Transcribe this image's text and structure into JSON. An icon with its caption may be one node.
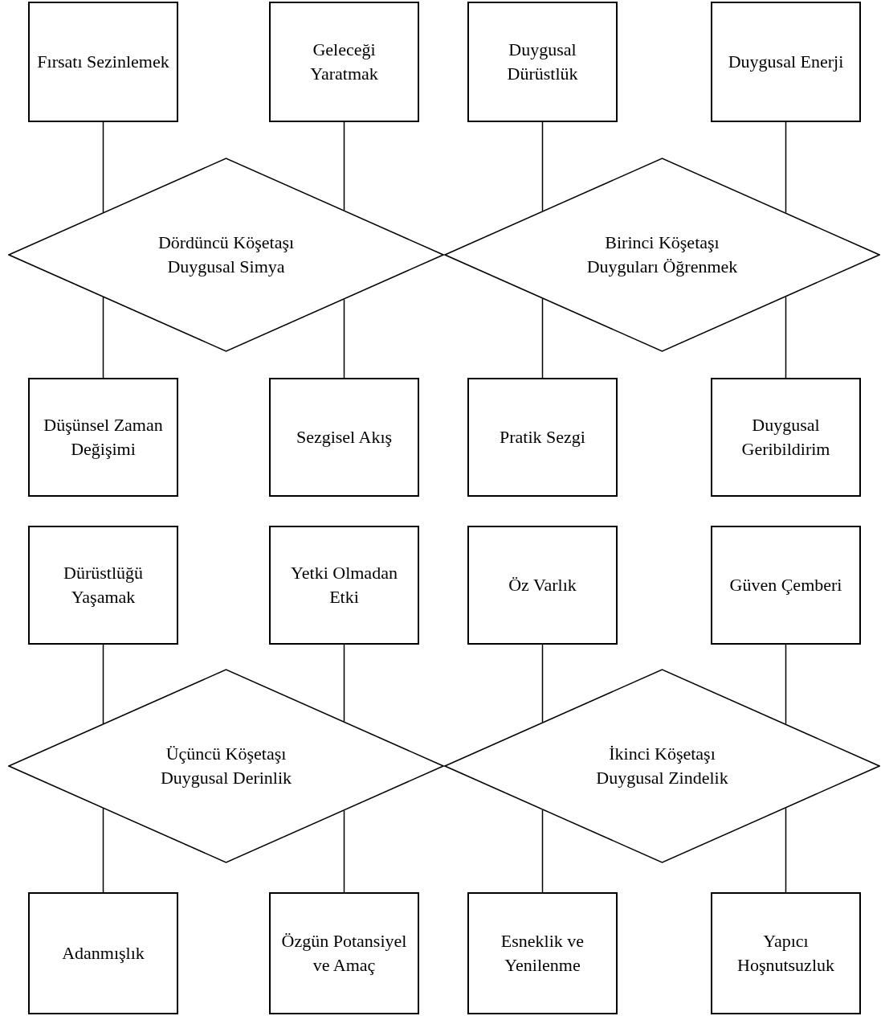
{
  "diagram": {
    "nodes": [
      {
        "text": [
          "Fırsatı Sezinlemek"
        ]
      },
      {
        "text": [
          "Geleceği Yaratmak"
        ]
      },
      {
        "text": [
          "Duygusal Dürüstlük"
        ]
      },
      {
        "text": [
          "Duygusal Enerji"
        ]
      },
      {
        "text": [
          "Dördüncü Köşetaşı",
          "Duygusal Simya"
        ]
      },
      {
        "text": [
          "Birinci Köşetaşı",
          "Duyguları Öğrenmek"
        ]
      },
      {
        "text": [
          "Düşünsel Zaman Değişimi"
        ]
      },
      {
        "text": [
          "Sezgisel Akış"
        ]
      },
      {
        "text": [
          "Pratik Sezgi"
        ]
      },
      {
        "text": [
          "Duygusal Geribildirim"
        ]
      },
      {
        "text": [
          "Dürüstlüğü Yaşamak"
        ]
      },
      {
        "text": [
          "Yetki Olmadan Etki"
        ]
      },
      {
        "text": [
          "Öz Varlık"
        ]
      },
      {
        "text": [
          "Güven Çemberi"
        ]
      },
      {
        "text": [
          "Üçüncü Köşetaşı",
          "Duygusal Derinlik"
        ]
      },
      {
        "text": [
          "İkinci Köşetaşı",
          "Duygusal Zindelik"
        ]
      },
      {
        "text": [
          "Adanmışlık"
        ]
      },
      {
        "text": [
          "Özgün Potansiyel ve Amaç"
        ]
      },
      {
        "text": [
          "Esneklik ve Yenilenme"
        ]
      },
      {
        "text": [
          "Yapıcı Hoşnutsuzluk"
        ]
      }
    ],
    "edges": [
      {
        "from": 0,
        "to": 4,
        "arrow": "none"
      },
      {
        "from": 1,
        "to": 4,
        "arrow": "none"
      },
      {
        "from": 2,
        "to": 5,
        "arrow": "none"
      },
      {
        "from": 3,
        "to": 5,
        "arrow": "none"
      },
      {
        "from": 4,
        "to": 6,
        "arrow": "none"
      },
      {
        "from": 4,
        "to": 7,
        "arrow": "none"
      },
      {
        "from": 5,
        "to": 8,
        "arrow": "none"
      },
      {
        "from": 5,
        "to": 9,
        "arrow": "none"
      },
      {
        "from": 10,
        "to": 14,
        "arrow": "none"
      },
      {
        "from": 11,
        "to": 14,
        "arrow": "none"
      },
      {
        "from": 12,
        "to": 15,
        "arrow": "none"
      },
      {
        "from": 13,
        "to": 15,
        "arrow": "none"
      },
      {
        "from": 14,
        "to": 16,
        "arrow": "none"
      },
      {
        "from": 14,
        "to": 17,
        "arrow": "none"
      },
      {
        "from": 15,
        "to": 18,
        "arrow": "none"
      },
      {
        "from": 15,
        "to": 19,
        "arrow": "none"
      }
    ]
  }
}
